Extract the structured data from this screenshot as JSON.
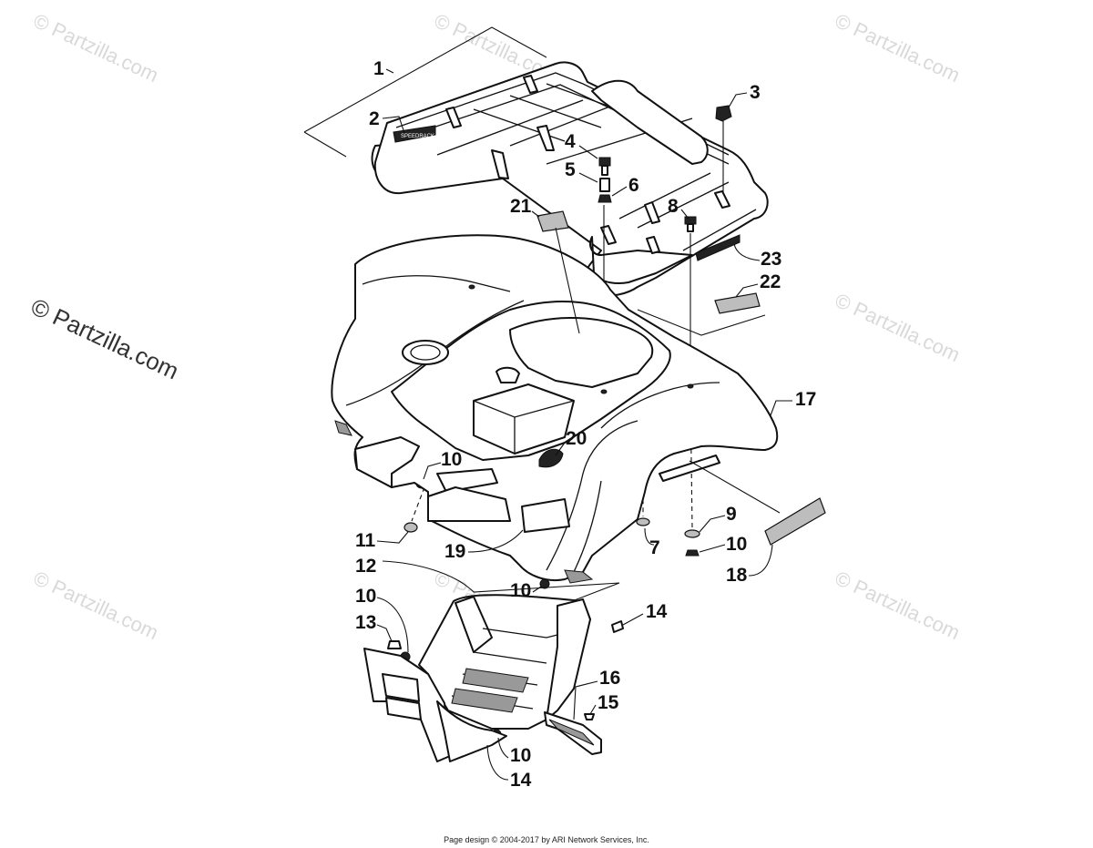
{
  "watermarks": {
    "small": "© Partzilla.com",
    "large": "© Partzilla.com"
  },
  "callouts": [
    "1",
    "2",
    "3",
    "4",
    "5",
    "6",
    "7",
    "8",
    "9",
    "10",
    "11",
    "12",
    "13",
    "14",
    "15",
    "16",
    "17",
    "18",
    "19",
    "20",
    "21",
    "22",
    "23"
  ],
  "callout_10": "10",
  "callout_14": "14",
  "rack_decal_text": "SPEEDRACK",
  "footer": "Page design © 2004-2017 by ARI Network Services, Inc."
}
